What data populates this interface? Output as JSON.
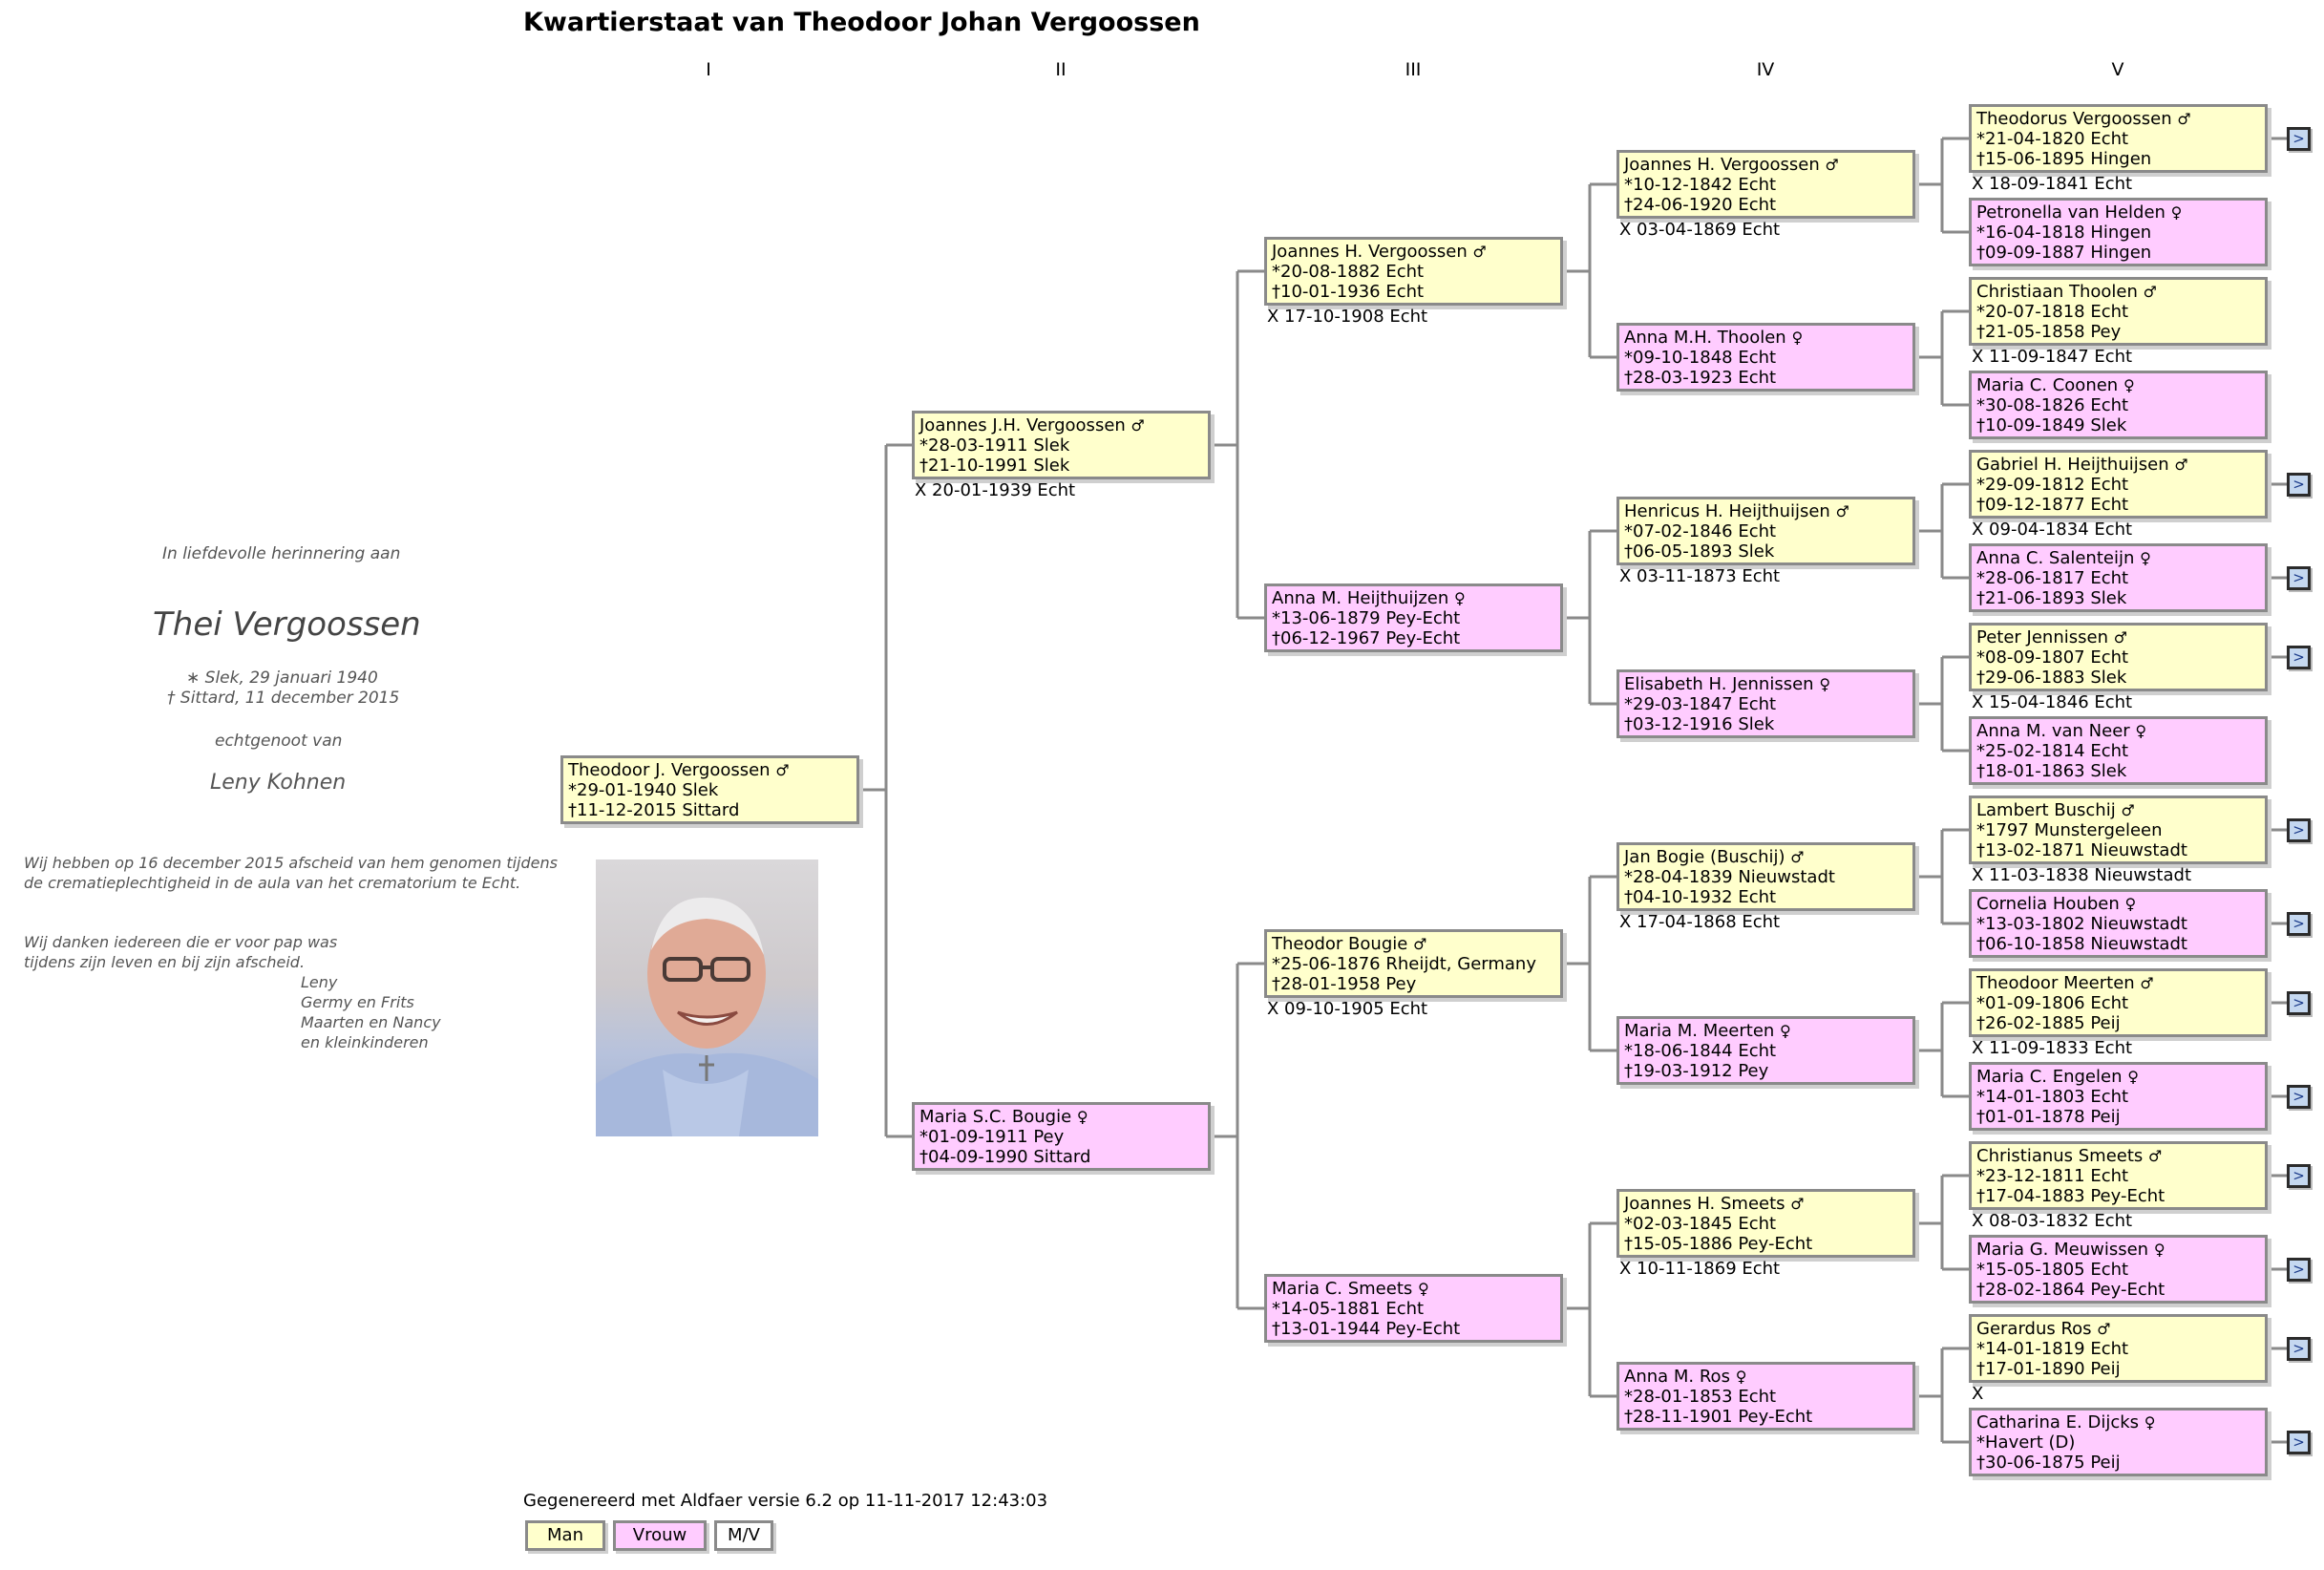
{
  "title": "Kwartierstaat van Theodoor Johan Vergoossen",
  "generations": [
    "I",
    "II",
    "III",
    "IV",
    "V"
  ],
  "memorial": {
    "intro": "In liefdevolle herinnering aan",
    "name": "Thei Vergoossen",
    "born": "∗ Slek, 29 januari 1940",
    "died": "† Sittard, 11 december 2015",
    "spouse_intro": "echtgenoot van",
    "spouse": "Leny Kohnen",
    "text1_line1": "Wij hebben op 16 december 2015 afscheid van hem genomen tijdens",
    "text1_line2": "de crematieplechtigheid in de aula van het crematorium te Echt.",
    "text2_line1": "Wij danken iedereen die er voor pap was",
    "text2_line2": "tijdens zijn leven en bij zijn afscheid.",
    "sign1": "Leny",
    "sign2": "Germy en Frits",
    "sign3": "Maarten en Nancy",
    "sign4": "en kleinkinderen"
  },
  "persons": {
    "p1": {
      "name": "Theodoor J. Vergoossen",
      "sex": "m",
      "birth": "*29-01-1940 Slek",
      "death": "†11-12-2015 Sittard"
    },
    "p2": {
      "name": "Joannes J.H. Vergoossen",
      "sex": "m",
      "birth": "*28-03-1911 Slek",
      "death": "†21-10-1991 Slek"
    },
    "p3": {
      "name": "Maria S.C. Bougie",
      "sex": "f",
      "birth": "*01-09-1911 Pey",
      "death": "†04-09-1990 Sittard"
    },
    "p4": {
      "name": "Joannes H. Vergoossen",
      "sex": "m",
      "birth": "*20-08-1882 Echt",
      "death": "†10-01-1936 Echt"
    },
    "p5": {
      "name": "Anna M. Heijthuijzen",
      "sex": "f",
      "birth": "*13-06-1879 Pey-Echt",
      "death": "†06-12-1967 Pey-Echt"
    },
    "p6": {
      "name": "Theodor Bougie",
      "sex": "m",
      "birth": "*25-06-1876 Rheijdt, Germany",
      "death": "†28-01-1958 Pey"
    },
    "p7": {
      "name": "Maria C. Smeets",
      "sex": "f",
      "birth": "*14-05-1881 Echt",
      "death": "†13-01-1944 Pey-Echt"
    },
    "p8": {
      "name": "Joannes H. Vergoossen",
      "sex": "m",
      "birth": "*10-12-1842 Echt",
      "death": "†24-06-1920 Echt"
    },
    "p9": {
      "name": "Anna M.H. Thoolen",
      "sex": "f",
      "birth": "*09-10-1848 Echt",
      "death": "†28-03-1923 Echt"
    },
    "p10": {
      "name": "Henricus H. Heijthuijsen",
      "sex": "m",
      "birth": "*07-02-1846 Echt",
      "death": "†06-05-1893 Slek"
    },
    "p11": {
      "name": "Elisabeth H. Jennissen",
      "sex": "f",
      "birth": "*29-03-1847 Echt",
      "death": "†03-12-1916 Slek"
    },
    "p12": {
      "name": "Jan Bogie (Buschij)",
      "sex": "m",
      "birth": "*28-04-1839 Nieuwstadt",
      "death": "†04-10-1932 Echt"
    },
    "p13": {
      "name": "Maria M. Meerten",
      "sex": "f",
      "birth": "*18-06-1844 Echt",
      "death": "†19-03-1912 Pey"
    },
    "p14": {
      "name": "Joannes H. Smeets",
      "sex": "m",
      "birth": "*02-03-1845 Echt",
      "death": "†15-05-1886 Pey-Echt"
    },
    "p15": {
      "name": "Anna M. Ros",
      "sex": "f",
      "birth": "*28-01-1853 Echt",
      "death": "†28-11-1901 Pey-Echt"
    },
    "p16": {
      "name": "Theodorus Vergoossen",
      "sex": "m",
      "birth": "*21-04-1820 Echt",
      "death": "†15-06-1895 Hingen"
    },
    "p17": {
      "name": "Petronella van Helden",
      "sex": "f",
      "birth": "*16-04-1818 Hingen",
      "death": "†09-09-1887 Hingen"
    },
    "p18": {
      "name": "Christiaan Thoolen",
      "sex": "m",
      "birth": "*20-07-1818 Echt",
      "death": "†21-05-1858 Pey"
    },
    "p19": {
      "name": "Maria C. Coonen",
      "sex": "f",
      "birth": "*30-08-1826 Echt",
      "death": "†10-09-1849 Slek"
    },
    "p20": {
      "name": "Gabriel H. Heijthuijsen",
      "sex": "m",
      "birth": "*29-09-1812 Echt",
      "death": "†09-12-1877 Echt"
    },
    "p21": {
      "name": "Anna C. Salenteijn",
      "sex": "f",
      "birth": "*28-06-1817 Echt",
      "death": "†21-06-1893 Slek"
    },
    "p22": {
      "name": "Peter Jennissen",
      "sex": "m",
      "birth": "*08-09-1807 Echt",
      "death": "†29-06-1883 Slek"
    },
    "p23": {
      "name": "Anna M. van Neer",
      "sex": "f",
      "birth": "*25-02-1814 Echt",
      "death": "†18-01-1863 Slek"
    },
    "p24": {
      "name": "Lambert Buschij",
      "sex": "m",
      "birth": "*1797 Munstergeleen",
      "death": "†13-02-1871 Nieuwstadt"
    },
    "p25": {
      "name": "Cornelia Houben",
      "sex": "f",
      "birth": "*13-03-1802 Nieuwstadt",
      "death": "†06-10-1858 Nieuwstadt"
    },
    "p26": {
      "name": "Theodoor Meerten",
      "sex": "m",
      "birth": "*01-09-1806 Echt",
      "death": "†26-02-1885 Peij"
    },
    "p27": {
      "name": "Maria C. Engelen",
      "sex": "f",
      "birth": "*14-01-1803 Echt",
      "death": "†01-01-1878 Peij"
    },
    "p28": {
      "name": "Christianus Smeets",
      "sex": "m",
      "birth": "*23-12-1811 Echt",
      "death": "†17-04-1883 Pey-Echt"
    },
    "p29": {
      "name": "Maria G. Meuwissen",
      "sex": "f",
      "birth": "*15-05-1805 Echt",
      "death": "†28-02-1864 Pey-Echt"
    },
    "p30": {
      "name": "Gerardus Ros",
      "sex": "m",
      "birth": "*14-01-1819 Echt",
      "death": "†17-01-1890 Peij"
    },
    "p31": {
      "name": "Catharina E. Dijcks",
      "sex": "f",
      "birth": "*Havert (D)",
      "death": "†30-06-1875 Peij"
    }
  },
  "marriages": {
    "p2": "X 20-01-1939 Echt",
    "p4": "X 17-10-1908 Echt",
    "p6": "X 09-10-1905 Echt",
    "p8": "X 03-04-1869 Echt",
    "p10": "X 03-11-1873 Echt",
    "p12": "X 17-04-1868 Echt",
    "p14": "X 10-11-1869 Echt",
    "p16": "X 18-09-1841 Echt",
    "p18": "X 11-09-1847 Echt",
    "p20": "X 09-04-1834 Echt",
    "p22": "X 15-04-1846 Echt",
    "p24": "X 11-03-1838 Nieuwstadt",
    "p26": "X 11-09-1833 Echt",
    "p28": "X 08-03-1832 Echt",
    "p30": "X"
  },
  "more_ancestors": [
    "p16",
    "p20",
    "p21",
    "p22",
    "p24",
    "p25",
    "p26",
    "p27",
    "p28",
    "p29",
    "p30",
    "p31"
  ],
  "symbols": {
    "m": "♂",
    "f": "♀",
    "more": ">"
  },
  "footer": "Gegenereerd met Aldfaer versie 6.2 op 11-11-2017 12:43:03",
  "legend": {
    "man": "Man",
    "vrouw": "Vrouw",
    "mv": "M/V"
  },
  "colors": {
    "man": "#ffffcc",
    "vrouw": "#ffccff",
    "border": "#8a8a8a",
    "line": "#8a8a8a"
  }
}
